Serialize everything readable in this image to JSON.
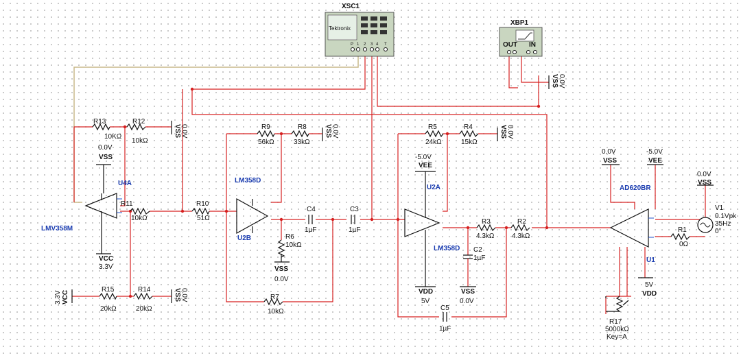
{
  "instruments": {
    "scope": {
      "name": "XSC1",
      "brand": "Tektronix",
      "channels": [
        "P",
        "1",
        "2",
        "3",
        "4",
        "T"
      ]
    },
    "bode": {
      "name": "XBP1",
      "out": "OUT",
      "in": "IN"
    }
  },
  "components": {
    "r13": {
      "ref": "R13",
      "value": "10KΩ"
    },
    "r12": {
      "ref": "R12",
      "value": "10kΩ"
    },
    "r11": {
      "ref": "R11",
      "value": "10kΩ"
    },
    "r10": {
      "ref": "R10",
      "value": "51Ω"
    },
    "r9": {
      "ref": "R9",
      "value": "56kΩ"
    },
    "r8": {
      "ref": "R8",
      "value": "33kΩ"
    },
    "r7": {
      "ref": "R7",
      "value": "10kΩ"
    },
    "r6": {
      "ref": "R6",
      "value": "10kΩ"
    },
    "r5": {
      "ref": "R5",
      "value": "24kΩ"
    },
    "r4": {
      "ref": "R4",
      "value": "15kΩ"
    },
    "r3": {
      "ref": "R3",
      "value": "4.3kΩ"
    },
    "r2": {
      "ref": "R2",
      "value": "4.3kΩ"
    },
    "r1": {
      "ref": "R1",
      "value": "0Ω"
    },
    "r15": {
      "ref": "R15",
      "value": "20kΩ"
    },
    "r14": {
      "ref": "R14",
      "value": "20kΩ"
    },
    "r17": {
      "ref": "R17",
      "value": "5000kΩ",
      "key": "Key=A"
    },
    "c4": {
      "ref": "C4",
      "value": "1µF"
    },
    "c3": {
      "ref": "C3",
      "value": "1µF"
    },
    "c2": {
      "ref": "C2",
      "value": "1µF"
    },
    "c5": {
      "ref": "C5",
      "value": "1µF"
    },
    "v1": {
      "ref": "V1",
      "amp": "0.1Vpk",
      "freq": "35Hz",
      "phase": "0°"
    }
  },
  "opamps": {
    "u4a": {
      "ref": "U4A",
      "part": "LMV358M"
    },
    "u2b": {
      "ref": "U2B",
      "part": "LM358D"
    },
    "u2a": {
      "ref": "U2A",
      "part": "LM358D"
    },
    "u1": {
      "ref": "U1",
      "part": "AD620BR"
    }
  },
  "rails": {
    "vss_u4": {
      "voltage": "0.0V",
      "name": "VSS"
    },
    "vcc_u4": {
      "name": "VCC",
      "voltage": "3.3V"
    },
    "vss_r12": {
      "name": "VSS",
      "voltage": "0.0V"
    },
    "vss_r8": {
      "name": "VSS",
      "voltage": "0.0V"
    },
    "vss_r6": {
      "name": "VSS",
      "voltage": "0.0V"
    },
    "vee_u2a": {
      "voltage": "-5.0V",
      "name": "VEE"
    },
    "vss_r4": {
      "name": "VSS",
      "voltage": "0.0V"
    },
    "vdd_u2a": {
      "name": "VDD",
      "voltage": "5V"
    },
    "vss_c2": {
      "name": "VSS",
      "voltage": "0.0V"
    },
    "vss_bode": {
      "name": "VSS",
      "voltage": "0.0V"
    },
    "vss_u1": {
      "voltage": "0.0V",
      "name": "VSS"
    },
    "vee_u1": {
      "voltage": "-5.0V",
      "name": "VEE"
    },
    "vss_v1": {
      "voltage": "0.0V",
      "name": "VSS"
    },
    "vdd_u1": {
      "voltage": "5V",
      "name": "VDD"
    },
    "vcc_r15": {
      "voltage": "3.3V",
      "name": "VCC"
    },
    "vss_r14": {
      "name": "VSS",
      "voltage": "0.0V"
    }
  }
}
